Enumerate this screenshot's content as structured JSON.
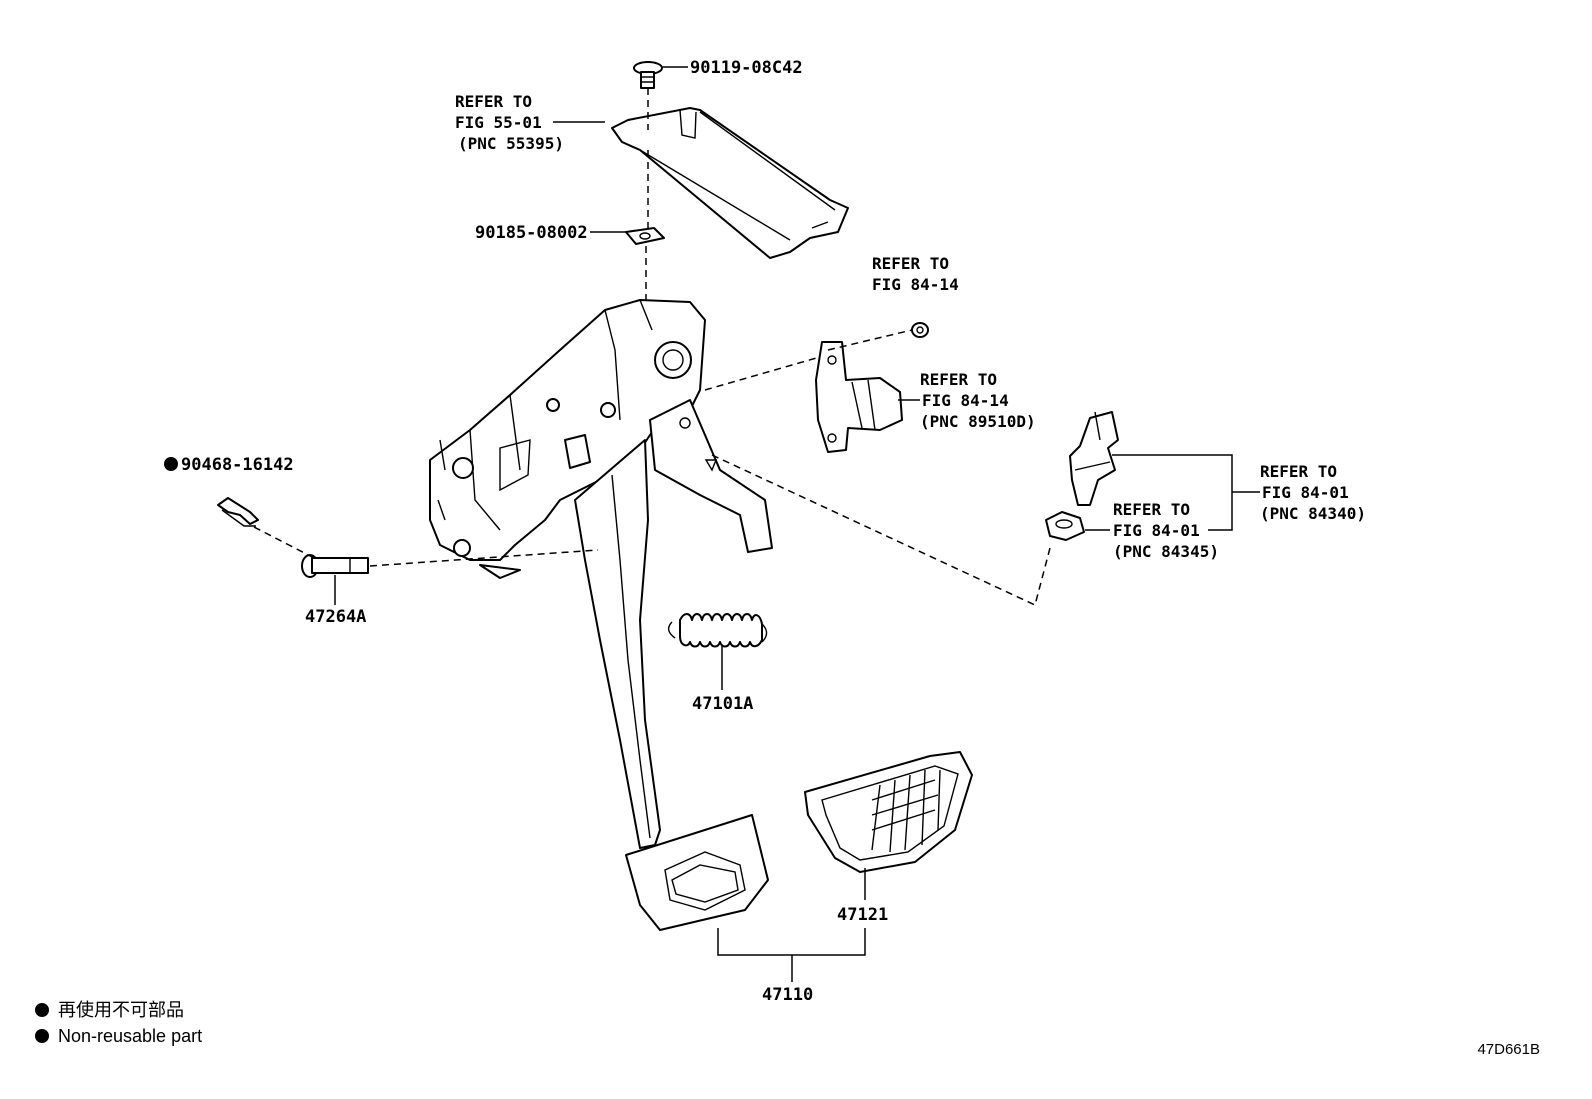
{
  "parts": {
    "bolt": "90119-08C42",
    "nut": "90185-08002",
    "clip": "90468-16142",
    "pin": "47264A",
    "spring": "47101A",
    "pad": "47121",
    "pedal_assy": "47110"
  },
  "refs": {
    "bracket": {
      "line1": "REFER TO",
      "line2": "FIG 55-01",
      "line3": "(PNC 55395)"
    },
    "sensor_nut": {
      "line1": "REFER TO",
      "line2": "FIG 84-14"
    },
    "sensor": {
      "line1": "REFER TO",
      "line2": "FIG 84-14",
      "line3": "(PNC 89510D)"
    },
    "stop_switch": {
      "line1": "REFER TO",
      "line2": "FIG 84-01",
      "line3": "(PNC 84340)"
    },
    "switch_cushion": {
      "line1": "REFER TO",
      "line2": "FIG 84-01",
      "line3": "(PNC 84345)"
    }
  },
  "legend": {
    "line_jp": "再使用不可部品",
    "line_en": "Non-reusable part"
  },
  "diagram_code": "47D661B"
}
